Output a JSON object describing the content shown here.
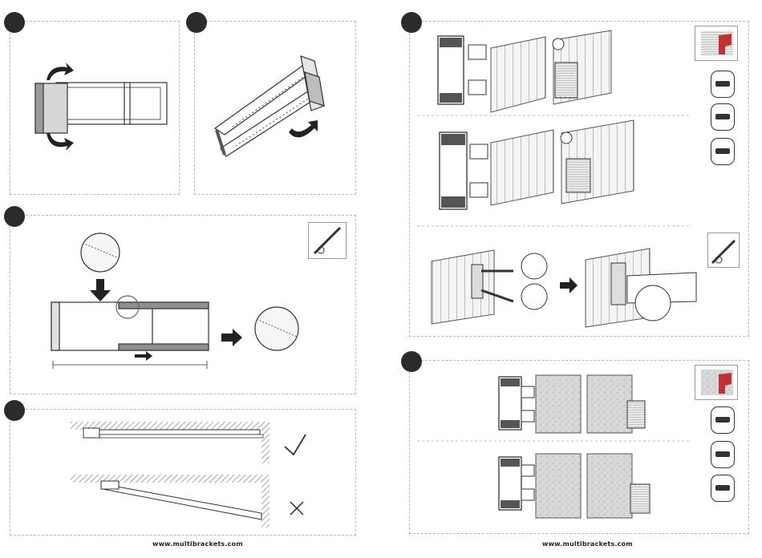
{
  "left_page": {
    "footer_url": "www.multibrackets.com",
    "steps": [
      {
        "name": "step-unfold-arm",
        "icons": [
          "rotate-arrow-icon"
        ]
      },
      {
        "name": "step-rotate-bracket",
        "icons": [
          "rotate-arrow-icon"
        ]
      },
      {
        "name": "step-adjust-length",
        "icons": [
          "screwdriver-icon",
          "zoom-detail-icon",
          "arrow-right-icon"
        ]
      },
      {
        "name": "step-ceiling-alignment",
        "icons": [
          "checkmark-icon",
          "cross-icon"
        ]
      }
    ]
  },
  "right_page": {
    "footer_url": "www.multibrackets.com",
    "steps": [
      {
        "name": "step-wood-wall-mounting",
        "icons": [
          "drill-icon",
          "wall-anchor-icon",
          "screwdriver-icon"
        ]
      },
      {
        "name": "step-concrete-wall-mounting",
        "icons": [
          "drill-icon",
          "wall-anchor-icon"
        ]
      }
    ]
  },
  "colors": {
    "ink": "#2b2b2b",
    "dash": "#b8b8b8",
    "wood": "#e8e8e8",
    "concrete": "#d9d9d9"
  }
}
